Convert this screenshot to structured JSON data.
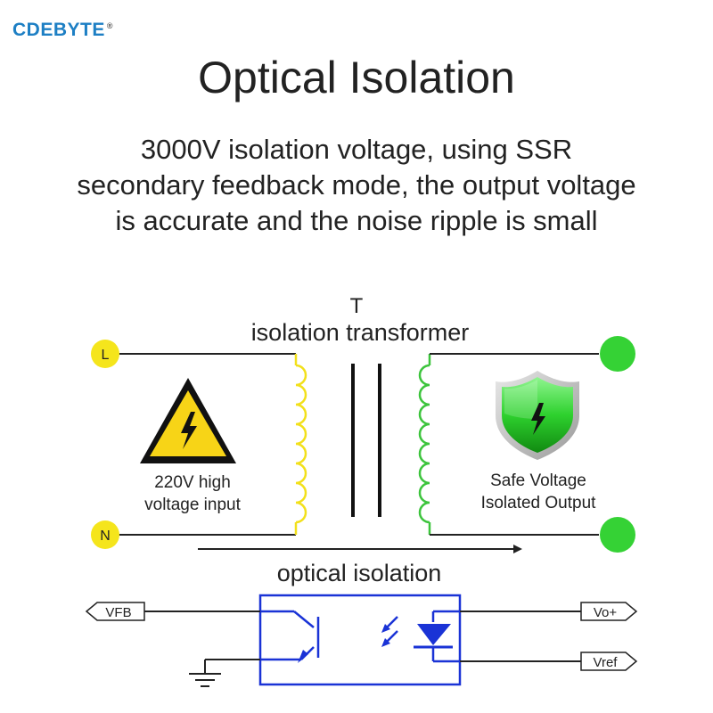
{
  "brand": {
    "name": "CDEBYTE",
    "mark": "®"
  },
  "title": "Optical Isolation",
  "description": [
    "3000V isolation voltage,  using SSR",
    "secondary feedback mode, the output voltage",
    "is accurate and the noise ripple is small"
  ],
  "diagram": {
    "transformer_symbol": "T",
    "transformer_label": "isolation transformer",
    "node_l": "L",
    "node_n": "N",
    "input_label_1": "220V high",
    "input_label_2": "voltage input",
    "output_label_1": "Safe Voltage",
    "output_label_2": "Isolated Output",
    "optical_label": "optical isolation",
    "vfb": "VFB",
    "vo": "Vo+",
    "vref": "Vref",
    "colors": {
      "input_coil": "#f2e01a",
      "output_coil": "#3cc43c",
      "node_yellow": "#f5e51c",
      "node_green": "#35d235",
      "optocoupler": "#1a33d6",
      "wire": "#222222"
    },
    "icons": [
      "high-voltage-warning-icon",
      "safe-shield-icon"
    ]
  }
}
